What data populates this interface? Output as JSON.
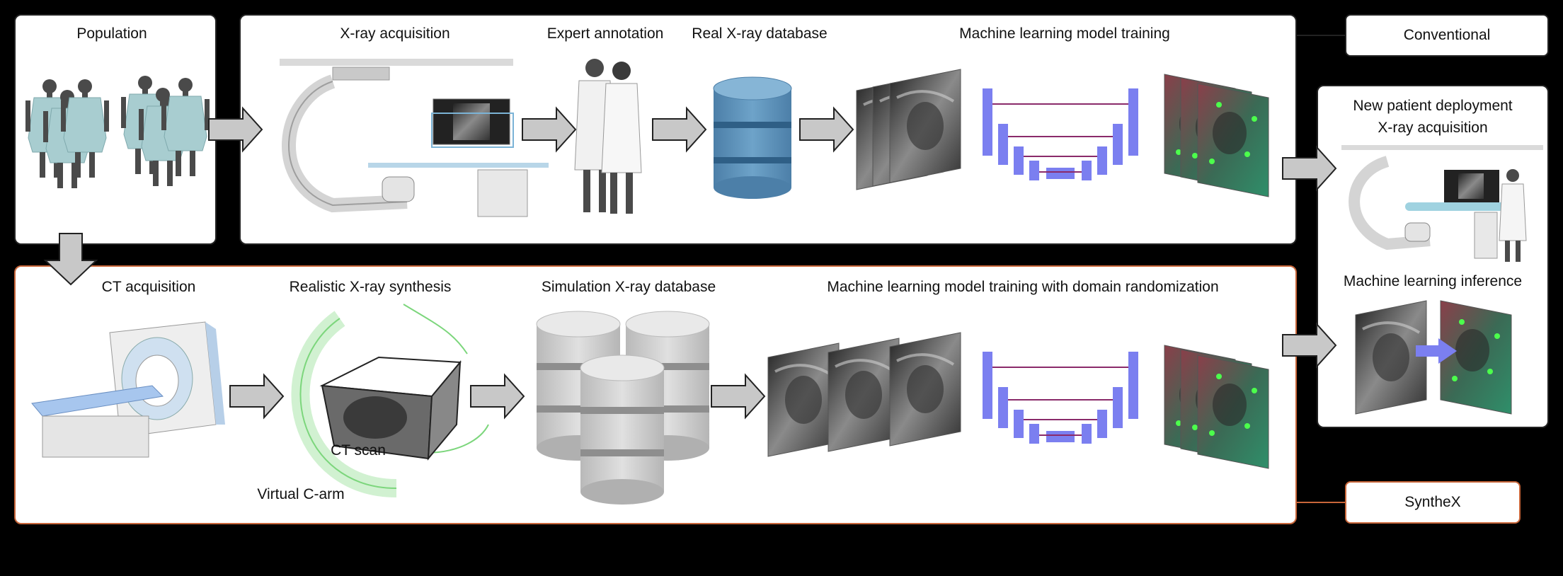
{
  "top_row": {
    "population": "Population",
    "xray_acquisition": "X-ray acquisition",
    "expert_annotation": "Expert annotation",
    "real_db": "Real X-ray database",
    "ml_training": "Machine learning model training"
  },
  "bottom_row": {
    "ct_acquisition": "CT acquisition",
    "synthesis": "Realistic X-ray synthesis",
    "sim_db": "Simulation X-ray database",
    "ml_training_dr": "Machine learning model training with domain randomization",
    "ct_scan": "CT scan",
    "virtual_carm": "Virtual C-arm"
  },
  "deployment": {
    "title_line1": "New patient deployment",
    "title_line2": "X-ray acquisition",
    "inference": "Machine learning inference"
  },
  "tags": {
    "conventional": "Conventional",
    "synthex": "SyntheX"
  },
  "colors": {
    "synthex_border": "#c8663a",
    "unet_block": "#7b7ff0",
    "db_blue": "#5a8fb8",
    "gown": "#a8cdd0",
    "silhouette": "#4a4a4a",
    "carm_green": "#7cd67c"
  }
}
